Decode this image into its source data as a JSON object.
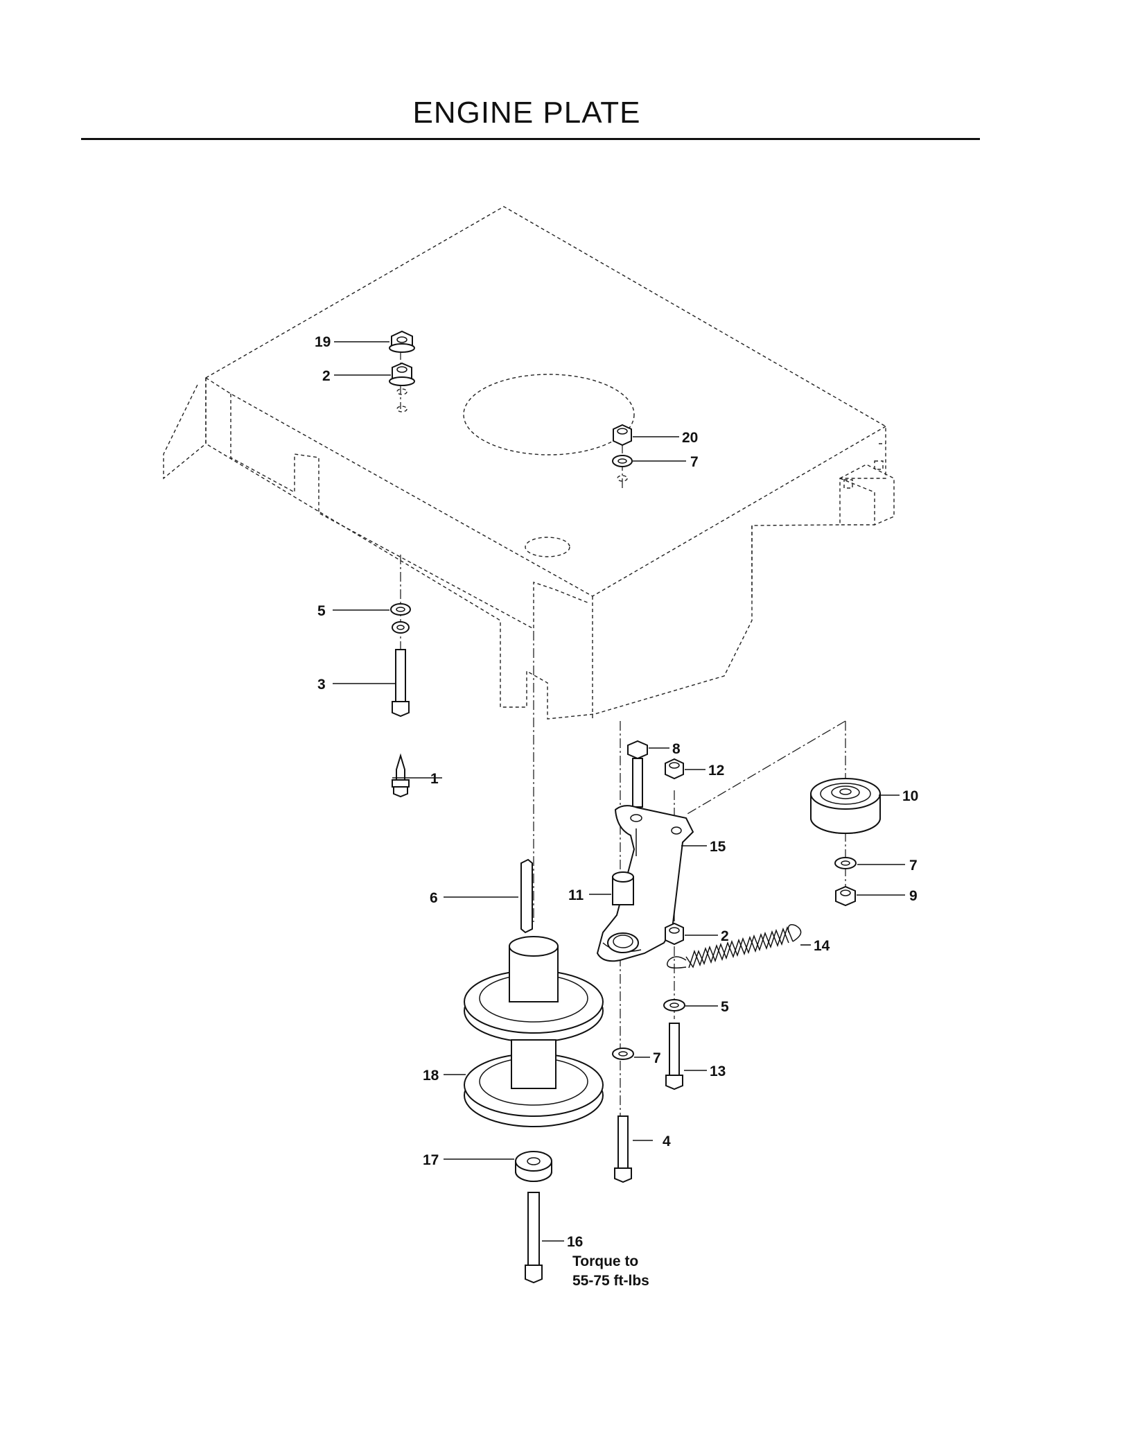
{
  "title": "ENGINE PLATE",
  "callouts": [
    "19",
    "2",
    "20",
    "7",
    "5",
    "3",
    "1",
    "8",
    "12",
    "10",
    "15",
    "7",
    "9",
    "6",
    "11",
    "2",
    "14",
    "5",
    "7",
    "13",
    "18",
    "4",
    "17",
    "16"
  ],
  "torque_note": {
    "line1": "Torque to",
    "line2": "55-75 ft-lbs"
  }
}
